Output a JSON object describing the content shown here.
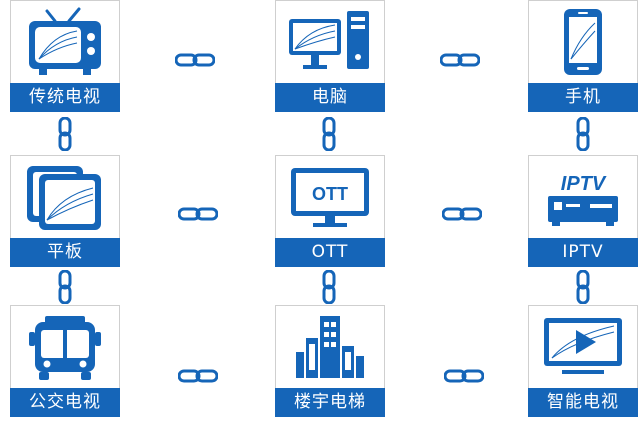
{
  "colors": {
    "accent": "#1565b8",
    "border": "#cfcfcf"
  },
  "devices": [
    {
      "label": "传统电视",
      "icon": "tv-icon"
    },
    {
      "label": "电脑",
      "icon": "desktop-computer-icon"
    },
    {
      "label": "手机",
      "icon": "mobile-phone-icon"
    },
    {
      "label": "平板",
      "icon": "tablet-icon"
    },
    {
      "label": "OTT",
      "icon": "ott-monitor-icon",
      "icon_text": "OTT"
    },
    {
      "label": "IPTV",
      "icon": "iptv-settop-box-icon",
      "icon_text": "IPTV"
    },
    {
      "label": "公交电视",
      "icon": "bus-icon"
    },
    {
      "label": "楼宇电梯",
      "icon": "building-icon"
    },
    {
      "label": "智能电视",
      "icon": "smart-tv-play-icon"
    }
  ],
  "connector_icon": "chain-link-icon"
}
